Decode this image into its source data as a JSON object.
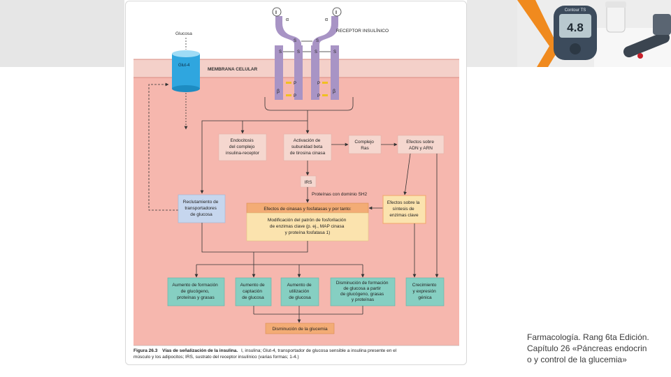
{
  "figure": {
    "receptor_label": "RECEPTOR INSULÍNICO",
    "membrane_label": "MEMBRANA CELULAR",
    "glucose_label": "Glucosa",
    "glut4_label": "Glut-4",
    "alpha": "α",
    "beta": "β",
    "insulin_marker": "I",
    "disulfide": "S",
    "phosphate": "P",
    "endocitosis": [
      "Endocitosis",
      "del complejo",
      "insulina-receptor"
    ],
    "activacion": [
      "Activación de",
      "subunidad beta",
      "de tirosina cinasa"
    ],
    "complejo_ras": [
      "Complejo",
      "Ras"
    ],
    "efectos_adn": [
      "Efectos sobre",
      "ADN y ARN"
    ],
    "irs": "IRS",
    "proteinas_sh2": "Proteínas con dominio SH2",
    "reclutamiento": [
      "Reclutamiento de",
      "transportadores",
      "de glucosa"
    ],
    "efectos_cinasas_title": "Efectos de cinasas y fosfatasas y por tanto:",
    "efectos_cinasas_body": [
      "Modificación del patrón de fosforilación",
      "de enzimas clave (p. ej., MAP cinasa",
      "y proteína fosfatasa 1)"
    ],
    "efectos_sintesis": [
      "Efectos sobre la",
      "síntesis de",
      "enzimas clave"
    ],
    "aumento_formacion": [
      "Aumento de formación",
      "de glucógeno,",
      "proteínas y grasas"
    ],
    "aumento_captacion": [
      "Aumento de",
      "captación",
      "de glucosa"
    ],
    "aumento_utilizacion": [
      "Aumento de",
      "utilización",
      "de glucosa"
    ],
    "disminucion_formacion": [
      "Disminución de formación",
      "de glucosa a partir",
      "de glucógeno, grasas",
      "y proteínas"
    ],
    "crecimiento": [
      "Crecimiento",
      "y expresión",
      "génica"
    ],
    "disminucion_glucemia": "Disminución de la glucemia",
    "caption_label": "Figura 26.3",
    "caption_title": "Vías de señalización de la insulina.",
    "caption_line1_rest": "I, insulina; Glut-4, transportador de glucosa sensible a insulina presente en el",
    "caption_line2": "músculo y los adipocitos; IRS, sustrato del receptor insulínico (varias formas; 1-4.)"
  },
  "citation": {
    "line1": "Farmacología. Rang 6ta Edición.",
    "line2": "Capítulo 26 «Páncreas endocrin",
    "line3": "o y control de la glucemia»"
  },
  "photo": {
    "meter_reading": "4.8",
    "meter_brand": "Contour TS"
  },
  "colors": {
    "cytoplasm": "#f6b7ae",
    "membrane": "#f4d0c9",
    "teal_box": "#86cfc2",
    "blue_box": "#c6d6ee",
    "orange_box": "#f3ac75",
    "yellow_box": "#fbe3ae",
    "receptor": "#a894c5",
    "glut4": "#2fa6df"
  }
}
